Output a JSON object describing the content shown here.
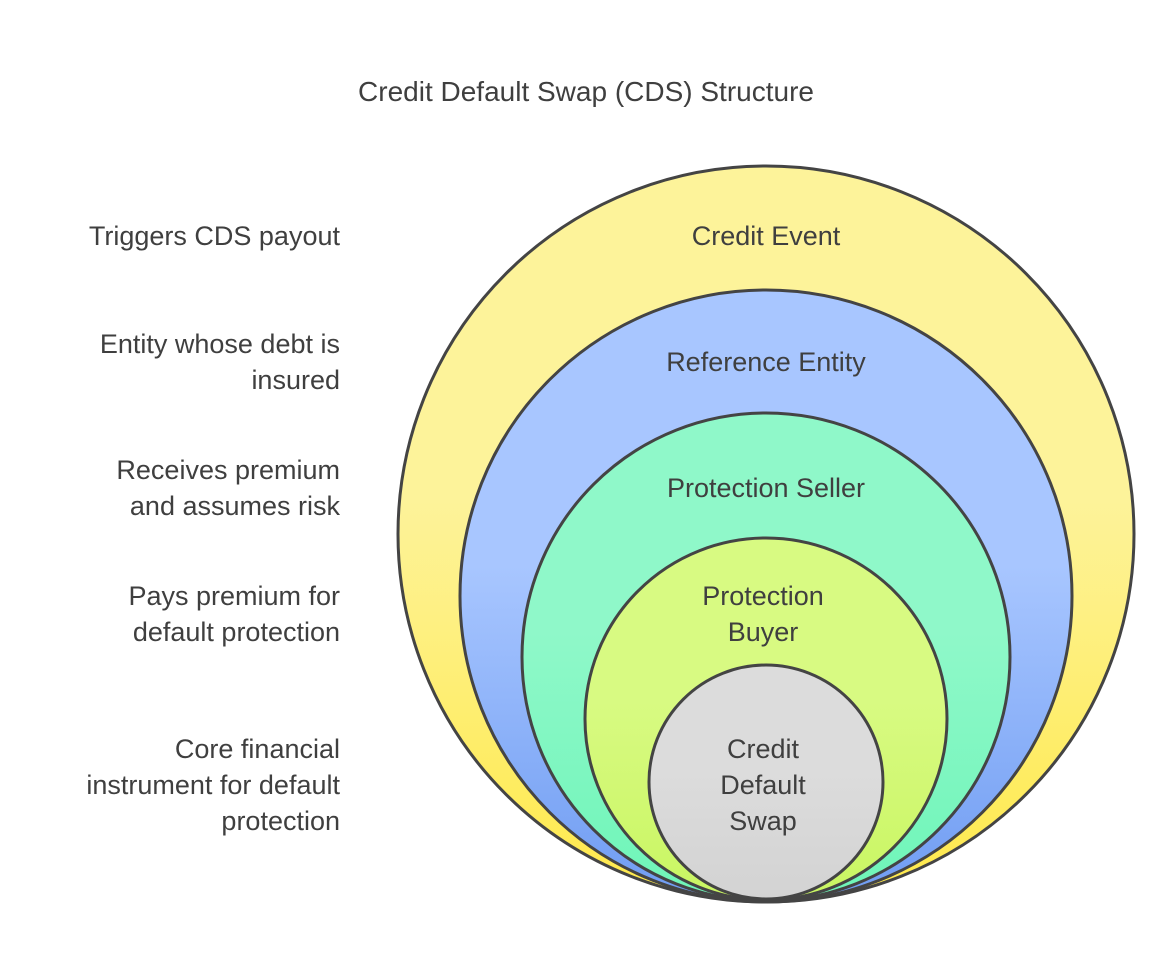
{
  "title": "Credit Default Swap (CDS) Structure",
  "layers": [
    {
      "label": [
        "Credit Event"
      ],
      "description": [
        "Triggers CDS payout"
      ],
      "color_top": "#fdf39a",
      "color_bottom": "#ffe94a"
    },
    {
      "label": [
        "Reference Entity"
      ],
      "description": [
        "Entity whose debt is",
        "insured"
      ],
      "color_top": "#a8c6ff",
      "color_bottom": "#6f9cf2"
    },
    {
      "label": [
        "Protection Seller"
      ],
      "description": [
        "Receives premium",
        "and assumes risk"
      ],
      "color_top": "#8ff8c9",
      "color_bottom": "#6ef5b8"
    },
    {
      "label": [
        "Protection",
        "Buyer"
      ],
      "description": [
        "Pays premium for",
        "default protection"
      ],
      "color_top": "#d8fa82",
      "color_bottom": "#c9f662"
    },
    {
      "label": [
        "Credit",
        "Default",
        "Swap"
      ],
      "description": [
        "Core financial",
        "instrument for default",
        "protection"
      ],
      "color_top": "#dcdcdc",
      "color_bottom": "#d3d3d3"
    }
  ]
}
